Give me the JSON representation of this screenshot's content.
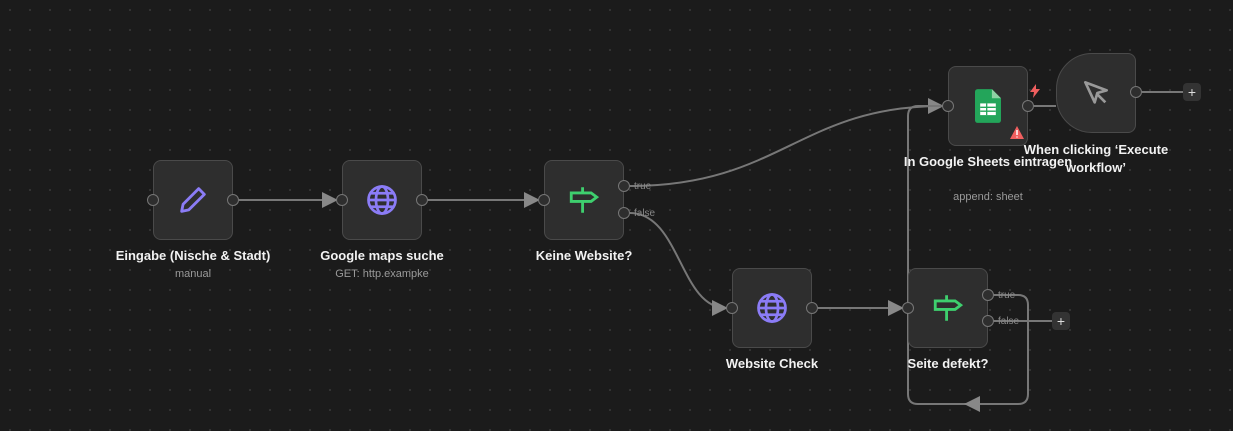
{
  "nodes": [
    {
      "label": "Eingabe (Nische & Stadt)",
      "sub": "manual",
      "icon": "pencil-icon"
    },
    {
      "label": "Google maps suche",
      "sub": "GET: http.exampke",
      "icon": "globe-icon"
    },
    {
      "label": "Keine Website?",
      "icon": "signpost-icon",
      "outputs": [
        "true",
        "false"
      ]
    },
    {
      "label": "Website Check",
      "icon": "globe-icon"
    },
    {
      "label": "Seite defekt?",
      "icon": "signpost-icon",
      "outputs": [
        "true",
        "false"
      ]
    },
    {
      "label": "In Google Sheets eintragen",
      "sub": "append: sheet",
      "icon": "google-sheets-icon"
    },
    {
      "label": "When clicking ‘Execute workflow’",
      "icon": "cursor-icon"
    }
  ],
  "plus": "+",
  "colors": {
    "accent": "#8b7cf6",
    "green": "#3ecf6e",
    "warning": "#f05f5f"
  }
}
